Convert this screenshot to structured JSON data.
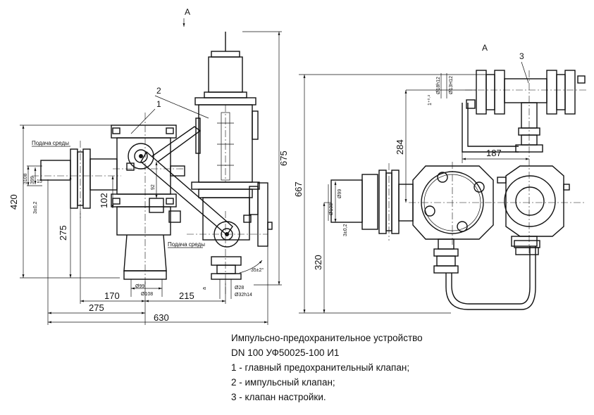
{
  "title": "Импульсно-предохранительное устройство",
  "subtitle": "DN 100 УФ50025-100 И1",
  "legend": [
    "1 - главный предохранительный клапан;",
    "2 - импульсный клапан;",
    "3 - клапан настройки."
  ],
  "view_label": "А",
  "front_view": {
    "callouts": [
      "1",
      "2"
    ],
    "inlet_label": "Подача среды",
    "outlet_label": "Подача среды",
    "dims": {
      "d420": "420",
      "d275_v": "275",
      "d102": "102",
      "d92": "92",
      "d675": "675",
      "d170": "170",
      "d275_h": "275",
      "d215": "215",
      "d630": "630",
      "d3108": "3108",
      "d399": "399",
      "d15": "15",
      "tol": "3±0,2",
      "d99": "Ø99",
      "d108": "Ø108",
      "d28": "Ø28",
      "d32": "Ø32h14",
      "angle": "35±2°",
      "a": "a"
    }
  },
  "side_view": {
    "callout": "3",
    "dims": {
      "d667": "667",
      "d320": "320",
      "d284": "284",
      "d187": "187",
      "d99": "Ø99",
      "d108": "Ø108",
      "tol": "3±0,2",
      "d18": "Ø18h12",
      "d13": "Ø13H12",
      "t12": "1⁺⁰·²"
    }
  }
}
